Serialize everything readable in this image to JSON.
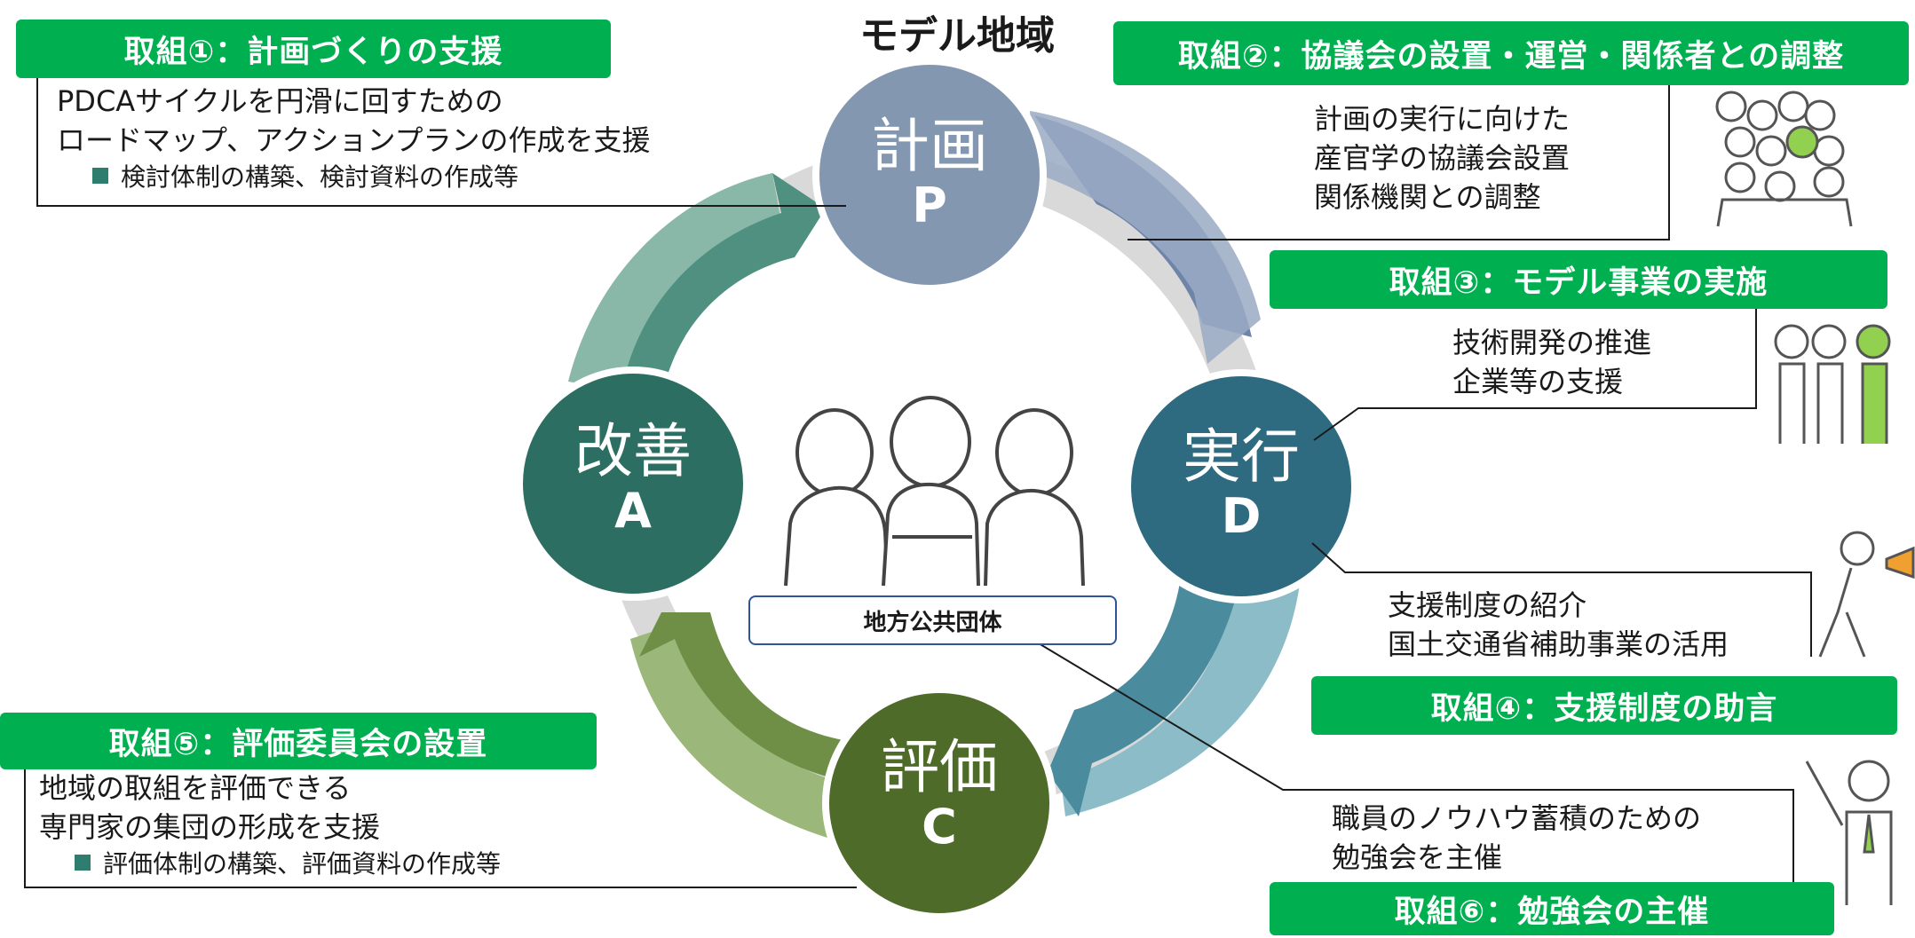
{
  "title": "モデル地域",
  "center_label": "地方公共団体",
  "cycle": {
    "plan": {
      "kanji": "計画",
      "letter": "P"
    },
    "do": {
      "kanji": "実行",
      "letter": "D"
    },
    "check": {
      "kanji": "評価",
      "letter": "C"
    },
    "act": {
      "kanji": "改善",
      "letter": "A"
    }
  },
  "initiatives": {
    "i1": {
      "header": "取組①：計画づくりの支援",
      "lines": [
        "PDCAサイクルを円滑に回すための",
        "ロードマップ、アクションプランの作成を支援"
      ],
      "bullet": "検討体制の構築、検討資料の作成等"
    },
    "i2": {
      "header": "取組②：協議会の設置・運営・関係者との調整",
      "lines": [
        "計画の実行に向けた",
        "産官学の協議会設置",
        "関係機関との調整"
      ]
    },
    "i3": {
      "header": "取組③：モデル事業の実施",
      "lines": [
        "技術開発の推進",
        "企業等の支援"
      ]
    },
    "i4": {
      "header": "取組④：支援制度の助言",
      "lines": [
        "支援制度の紹介",
        "国土交通省補助事業の活用"
      ]
    },
    "i5": {
      "header": "取組⑤：評価委員会の設置",
      "lines": [
        "地域の取組を評価できる",
        "専門家の集団の形成を支援"
      ],
      "bullet": "評価体制の構築、評価資料の作成等"
    },
    "i6": {
      "header": "取組⑥：勉強会の主催",
      "lines": [
        "職員のノウハウ蓄積のための",
        "勉強会を主催"
      ]
    }
  },
  "colors": {
    "header_green": "#00b050",
    "plan": "#8497b0",
    "do": "#2e6b80",
    "check": "#4e6b2a",
    "act": "#2d6e62",
    "highlight_green": "#92d050"
  }
}
